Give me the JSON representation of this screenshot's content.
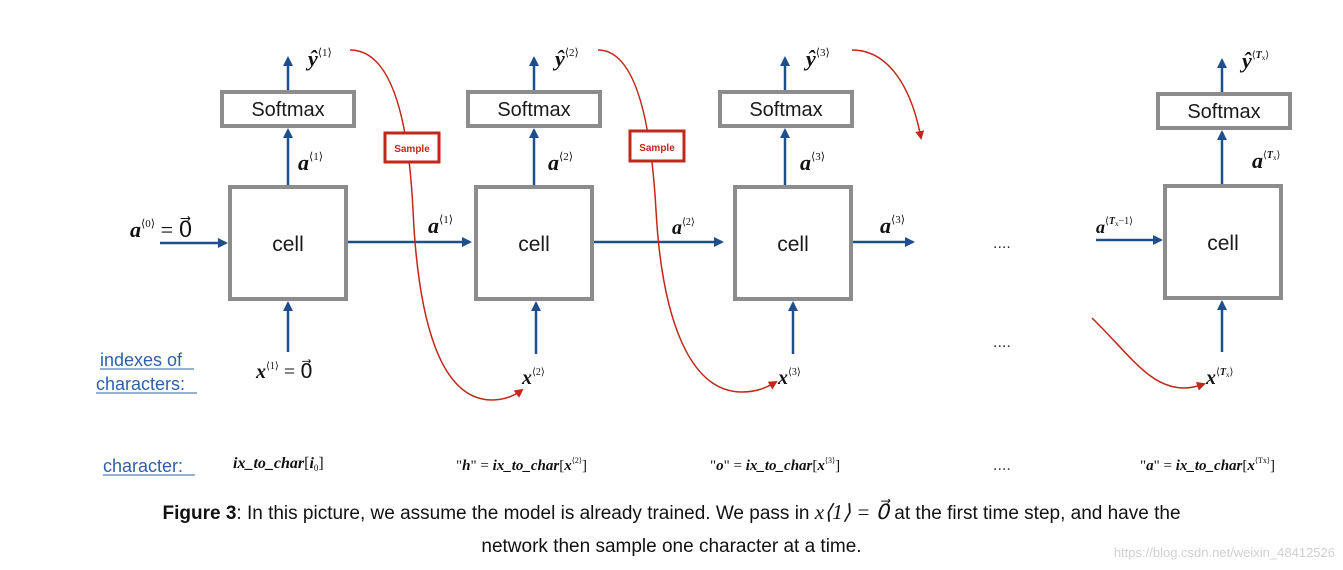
{
  "softmax_label": "Softmax",
  "cell_label": "cell",
  "sample_label": "Sample",
  "ellipsis": "....",
  "indexes_label_line1": "indexes of",
  "indexes_label_line2": "characters:",
  "character_label": "character:",
  "outputs": [
    "ŷ⟨1⟩",
    "ŷ⟨2⟩",
    "ŷ⟨3⟩",
    "ŷ⟨Tx⟩"
  ],
  "activations_up": [
    "a⟨1⟩",
    "a⟨2⟩",
    "a⟨3⟩",
    "a⟨Tx⟩"
  ],
  "activations_right": [
    "a⟨1⟩",
    "a⟨2⟩",
    "a⟨3⟩"
  ],
  "initial_activation": "a⟨0⟩ = 0⃗",
  "last_in_activation": "a⟨Tx−1⟩",
  "inputs": [
    "x⟨1⟩ = 0⃗",
    "x⟨2⟩",
    "x⟨3⟩",
    "x⟨Tx⟩"
  ],
  "characters": [
    "ix_to_char[i0]",
    "\"h\" = ix_to_char[x⟨2⟩]",
    "\"o\" = ix_to_char[x⟨3⟩]",
    "\"a\" = ix_to_char[x⟨Tx⟩]"
  ],
  "caption": {
    "figure_label": "Figure 3",
    "text_before": ": In this picture, we assume the model is already trained. We pass in ",
    "math": "x⟨1⟩ = 0⃗",
    "text_after": " at the first time step, and have the",
    "line2": "network then sample one character at a time."
  },
  "watermark": "https://blog.csdn.net/weixin_48412526",
  "colors": {
    "arrow_blue": "#1f4e8c",
    "sample_red": "#c1271b",
    "box_gray": "#8c8c8c",
    "link_blue": "#2e5fa8"
  }
}
